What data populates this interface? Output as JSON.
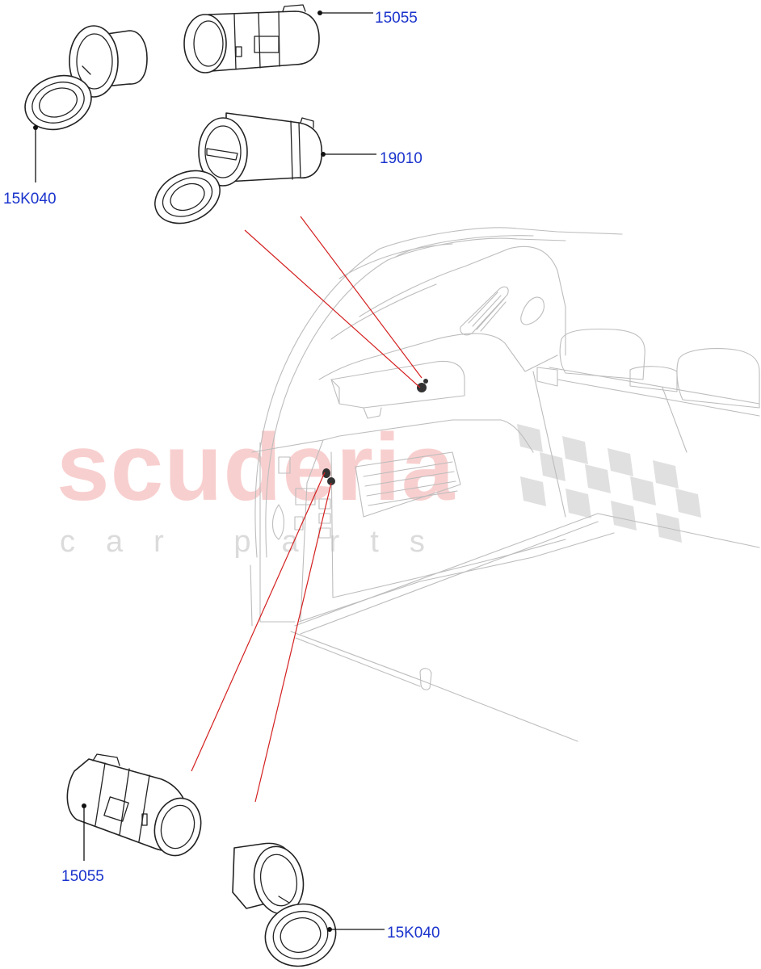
{
  "watermark": {
    "brand": "scuderia",
    "tagline": "car parts"
  },
  "callouts": [
    {
      "id": "c1",
      "part_number": "15055"
    },
    {
      "id": "c2",
      "part_number": "19010"
    },
    {
      "id": "c3",
      "part_number": "15K040"
    },
    {
      "id": "c4",
      "part_number": "15055"
    },
    {
      "id": "c5",
      "part_number": "15K040"
    }
  ],
  "colors": {
    "label": "#1a33cc",
    "leader": "#111111",
    "reference_line": "#d42020",
    "watermark_brand": "#ee8c8c",
    "watermark_checker": "#c8c8c8"
  }
}
